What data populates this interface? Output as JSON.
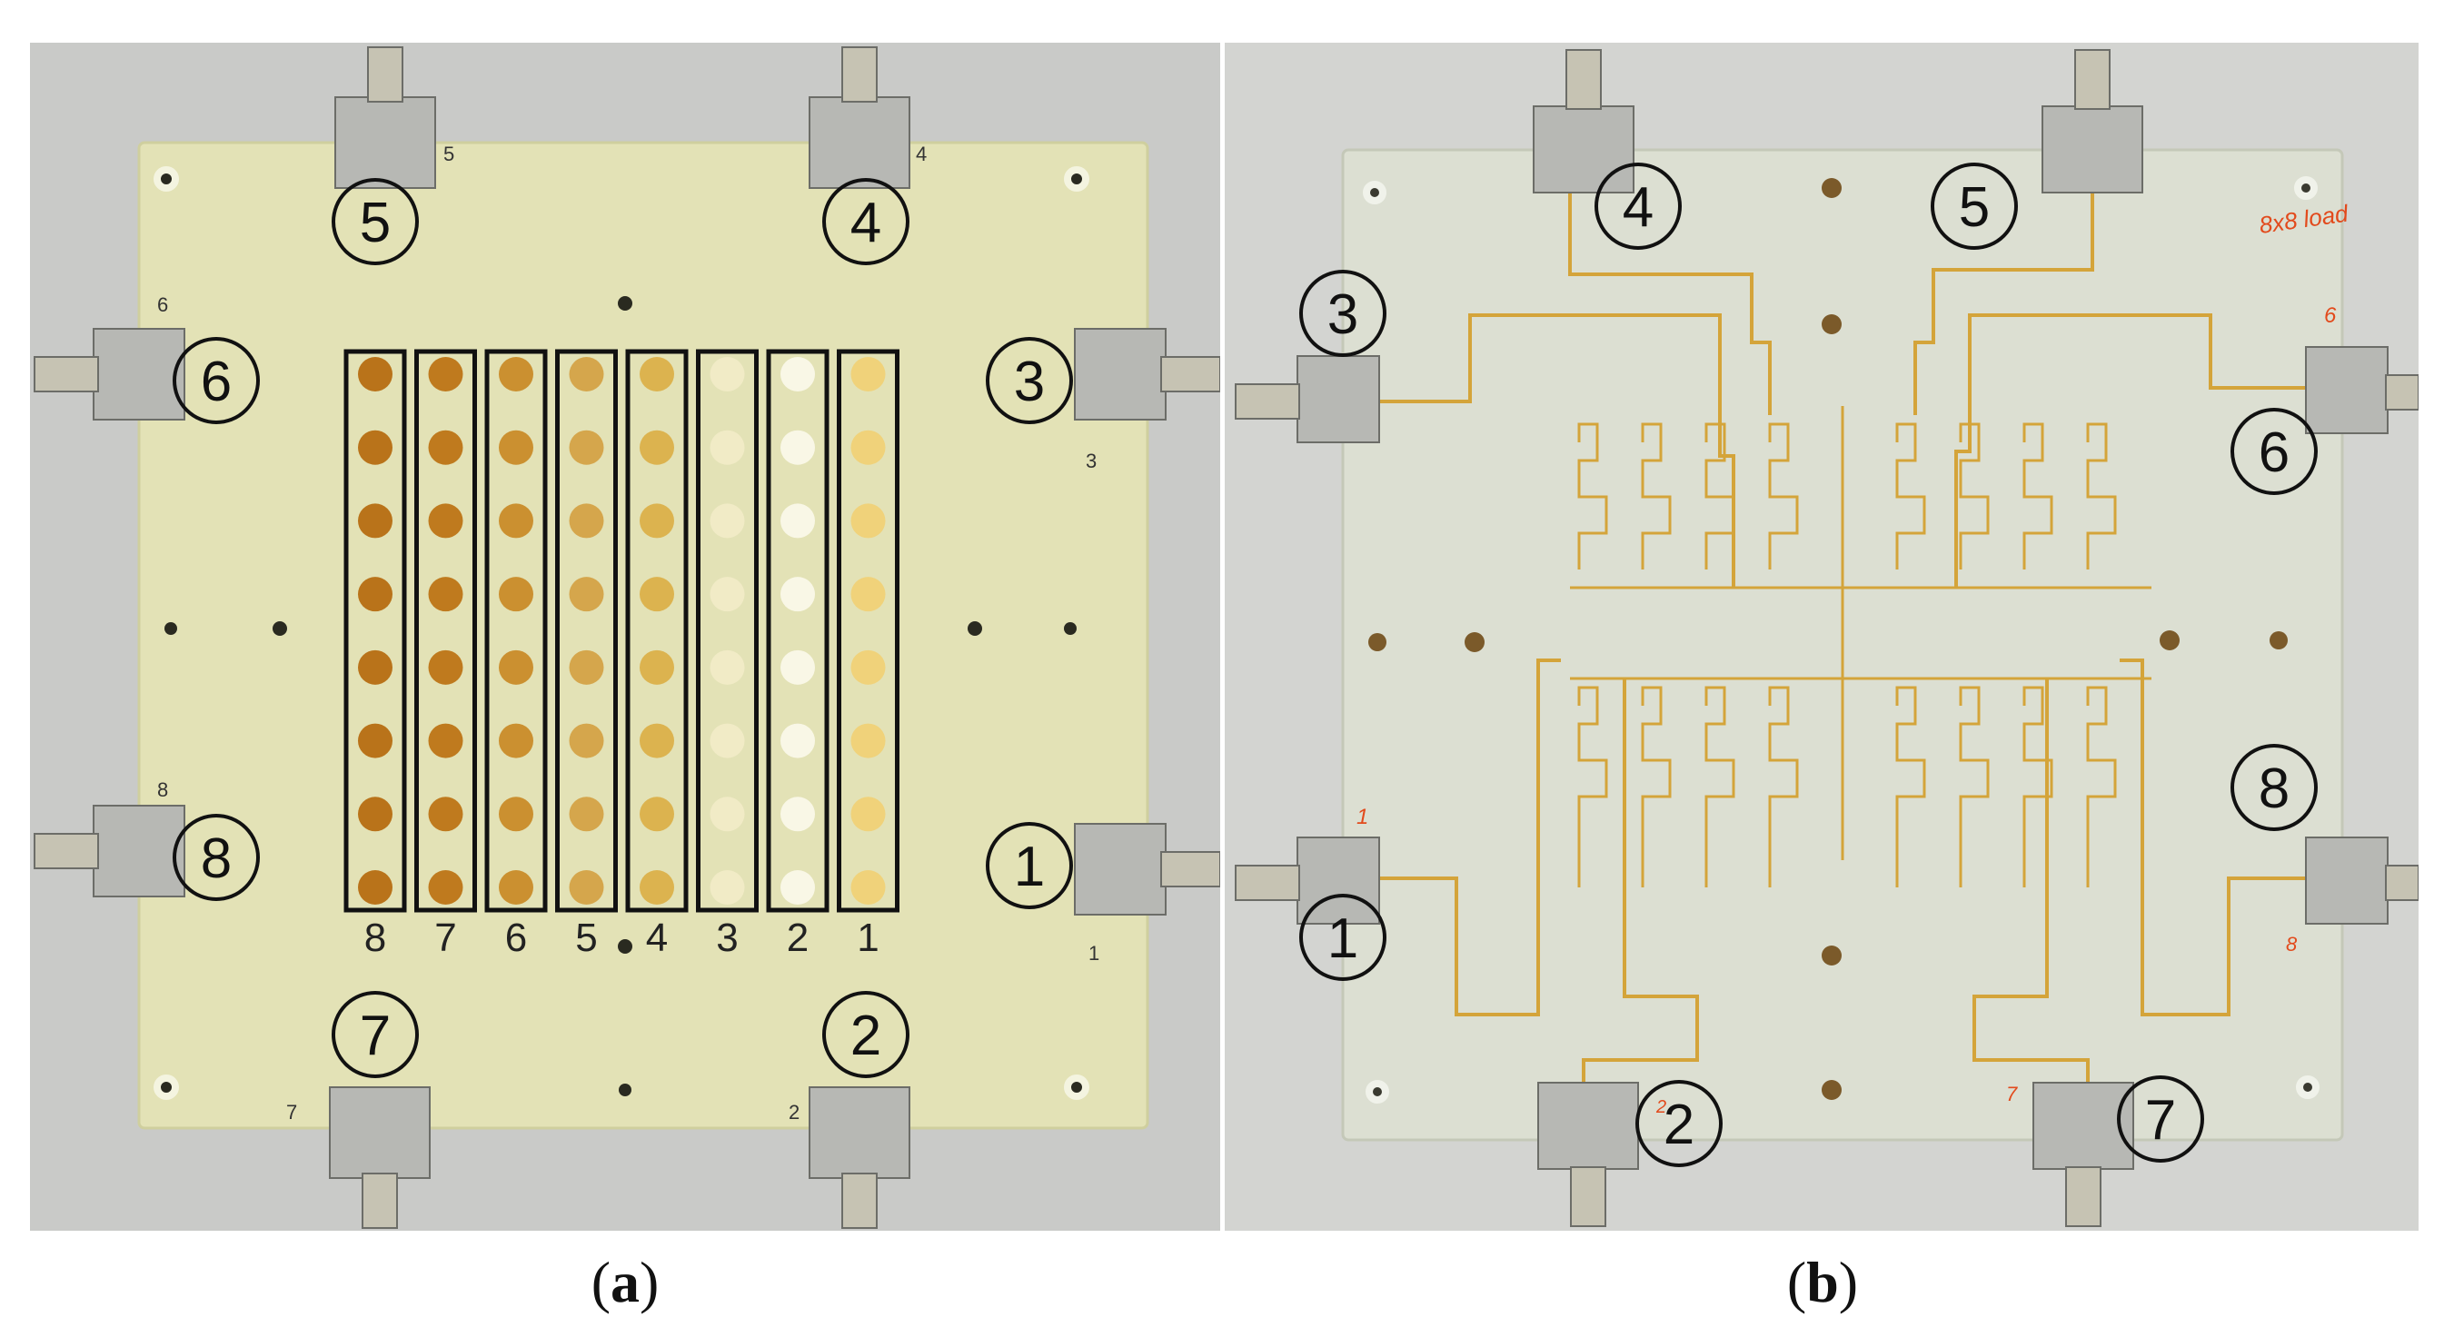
{
  "panels": [
    {
      "caption": "a",
      "ports": [
        {
          "id": "port-5",
          "label": "5",
          "silk": "5"
        },
        {
          "id": "port-4",
          "label": "4",
          "silk": "4"
        },
        {
          "id": "port-6",
          "label": "6",
          "silk": "6"
        },
        {
          "id": "port-3",
          "label": "3",
          "silk": "3"
        },
        {
          "id": "port-8",
          "label": "8",
          "silk": "8"
        },
        {
          "id": "port-1",
          "label": "1",
          "silk": "1"
        },
        {
          "id": "port-7",
          "label": "7",
          "silk": "7"
        },
        {
          "id": "port-2",
          "label": "2",
          "silk": "2"
        }
      ],
      "columns": [
        "8",
        "7",
        "6",
        "5",
        "4",
        "3",
        "2",
        "1"
      ],
      "column_colors": [
        "#b9731a",
        "#bf7a1e",
        "#cb9030",
        "#d5a64c",
        "#dcb34f",
        "#f1ebc6",
        "#f9f7e6",
        "#f0d27a"
      ],
      "rows": 8
    },
    {
      "caption": "b",
      "ports": [
        {
          "id": "port-4",
          "label": "4"
        },
        {
          "id": "port-5",
          "label": "5"
        },
        {
          "id": "port-3",
          "label": "3"
        },
        {
          "id": "port-6",
          "label": "6"
        },
        {
          "id": "port-8",
          "label": "8"
        },
        {
          "id": "port-1",
          "label": "1"
        },
        {
          "id": "port-2",
          "label": "2"
        },
        {
          "id": "port-7",
          "label": "7"
        }
      ],
      "handwritten": "8x8 load",
      "handwritten_marks": [
        "6",
        "1",
        "2",
        "7",
        "8"
      ]
    }
  ],
  "colors": {
    "board_a": "#e3e2b6",
    "board_b": "#dcdfd2",
    "trace": "#d4a43a",
    "background_a": "#c9cac8",
    "background_b": "#d3d4d1"
  }
}
